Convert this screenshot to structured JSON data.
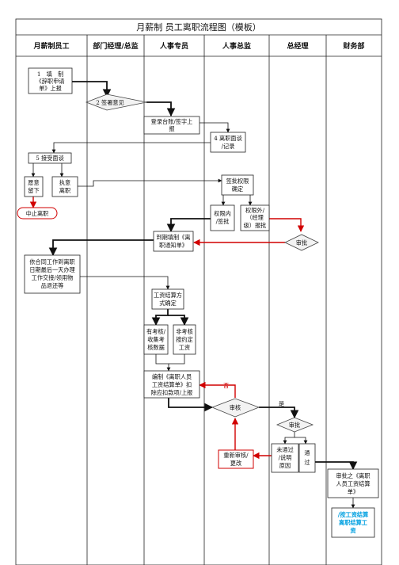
{
  "title": "月薪制 员工离职流程图（模板）",
  "columns": [
    "月薪制员工",
    "部门经理/总监",
    "人事专员",
    "人事总监",
    "总经理",
    "财务部"
  ],
  "nodes": {
    "n1": [
      "1　填　制",
      "《辞职申请",
      "单》上报"
    ],
    "n2": "2 签署意见",
    "n3": [
      "登录台账/签字上",
      "报"
    ],
    "n4": [
      "4 离职面谈",
      "/记录"
    ],
    "n5": "5 接受面谈",
    "n6": [
      "愿意",
      "留下"
    ],
    "n7": [
      "执意",
      "离职"
    ],
    "n8": "中止离职",
    "n9": [
      "签批权限",
      "确定"
    ],
    "n10": [
      "权限内",
      "/签批"
    ],
    "n11": [
      "权限外/",
      "（经理",
      "级）报批"
    ],
    "n12": "审批",
    "n13": [
      "到期填制《离",
      "职通知单》"
    ],
    "n14": [
      "依合同工作到离职",
      "日期最后一天办理",
      "工作交接/领用物",
      "品退还等"
    ],
    "n15": [
      "工资结算方",
      "式确定"
    ],
    "n16": [
      "有考核/",
      "收集考",
      "核数据"
    ],
    "n17": [
      "非考核",
      "按约定",
      "工资"
    ],
    "n18": [
      "编制《离职人员",
      "工资结算单》扣",
      "除应扣款项/上报"
    ],
    "n19": "审核",
    "n20": "审批",
    "n21": [
      "未通过",
      "/说明",
      "原因"
    ],
    "n22": [
      "通",
      "过"
    ],
    "n23": [
      "重新审核/",
      "更改"
    ],
    "n24": [
      "审批之《离职",
      "人员工资结算",
      "单》"
    ],
    "n25": [
      "/按工资结算",
      "离职结算工",
      "资"
    ]
  },
  "edge_labels": {
    "no": "否",
    "yes": "是"
  },
  "colors": {
    "accent_red": "#d10000",
    "accent_blue": "#00a0e0",
    "line": "#111111"
  }
}
